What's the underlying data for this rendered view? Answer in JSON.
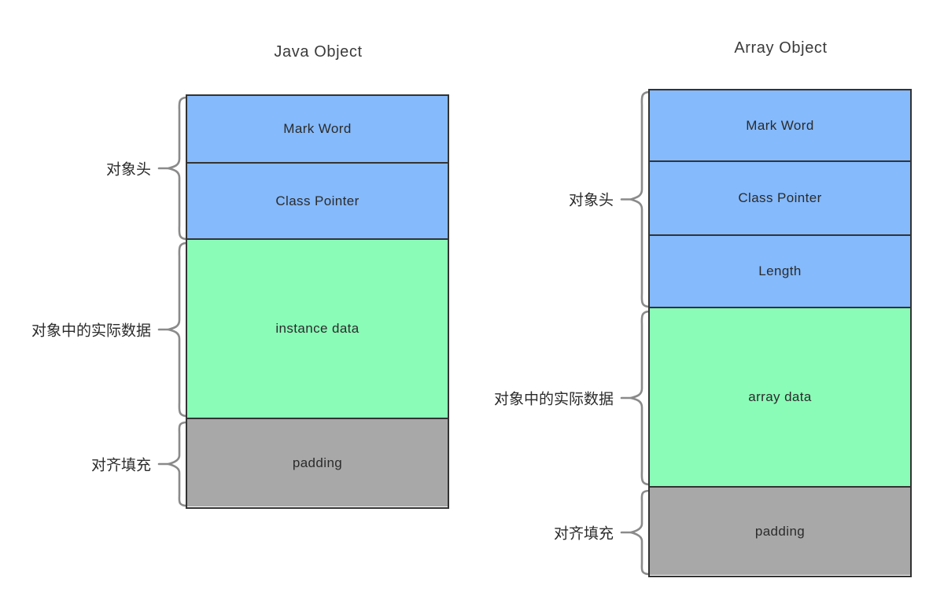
{
  "diagram": {
    "type": "memory-layout-diagram",
    "background_color": "#ffffff",
    "colors": {
      "header_fill": "#85bafc",
      "data_fill": "#8afcb7",
      "padding_fill": "#a8a8a8",
      "stroke": "#333333",
      "brace_stroke": "#8a8a8a",
      "text": "#2b2b2b"
    }
  },
  "panels": [
    {
      "id": "java-object",
      "title": "Java Object",
      "segments": [
        {
          "label": "Mark Word",
          "fill": "#85bafc",
          "group": "object-header"
        },
        {
          "label": "Class Pointer",
          "fill": "#85bafc",
          "group": "object-header"
        },
        {
          "label": "instance data",
          "fill": "#8afcb7",
          "group": "instance-data"
        },
        {
          "label": "padding",
          "fill": "#a8a8a8",
          "group": "alignment-padding"
        }
      ],
      "braces": [
        {
          "label": "对象头",
          "spans": [
            "Mark Word",
            "Class Pointer"
          ]
        },
        {
          "label": "对象中的实际数据",
          "spans": [
            "instance data"
          ]
        },
        {
          "label": "对齐填充",
          "spans": [
            "padding"
          ]
        }
      ]
    },
    {
      "id": "array-object",
      "title": "Array Object",
      "segments": [
        {
          "label": "Mark Word",
          "fill": "#85bafc",
          "group": "object-header"
        },
        {
          "label": "Class Pointer",
          "fill": "#85bafc",
          "group": "object-header"
        },
        {
          "label": "Length",
          "fill": "#85bafc",
          "group": "object-header"
        },
        {
          "label": "array data",
          "fill": "#8afcb7",
          "group": "instance-data"
        },
        {
          "label": "padding",
          "fill": "#a8a8a8",
          "group": "alignment-padding"
        }
      ],
      "braces": [
        {
          "label": "对象头",
          "spans": [
            "Mark Word",
            "Class Pointer",
            "Length"
          ]
        },
        {
          "label": "对象中的实际数据",
          "spans": [
            "array data"
          ]
        },
        {
          "label": "对齐填充",
          "spans": [
            "padding"
          ]
        }
      ]
    }
  ]
}
